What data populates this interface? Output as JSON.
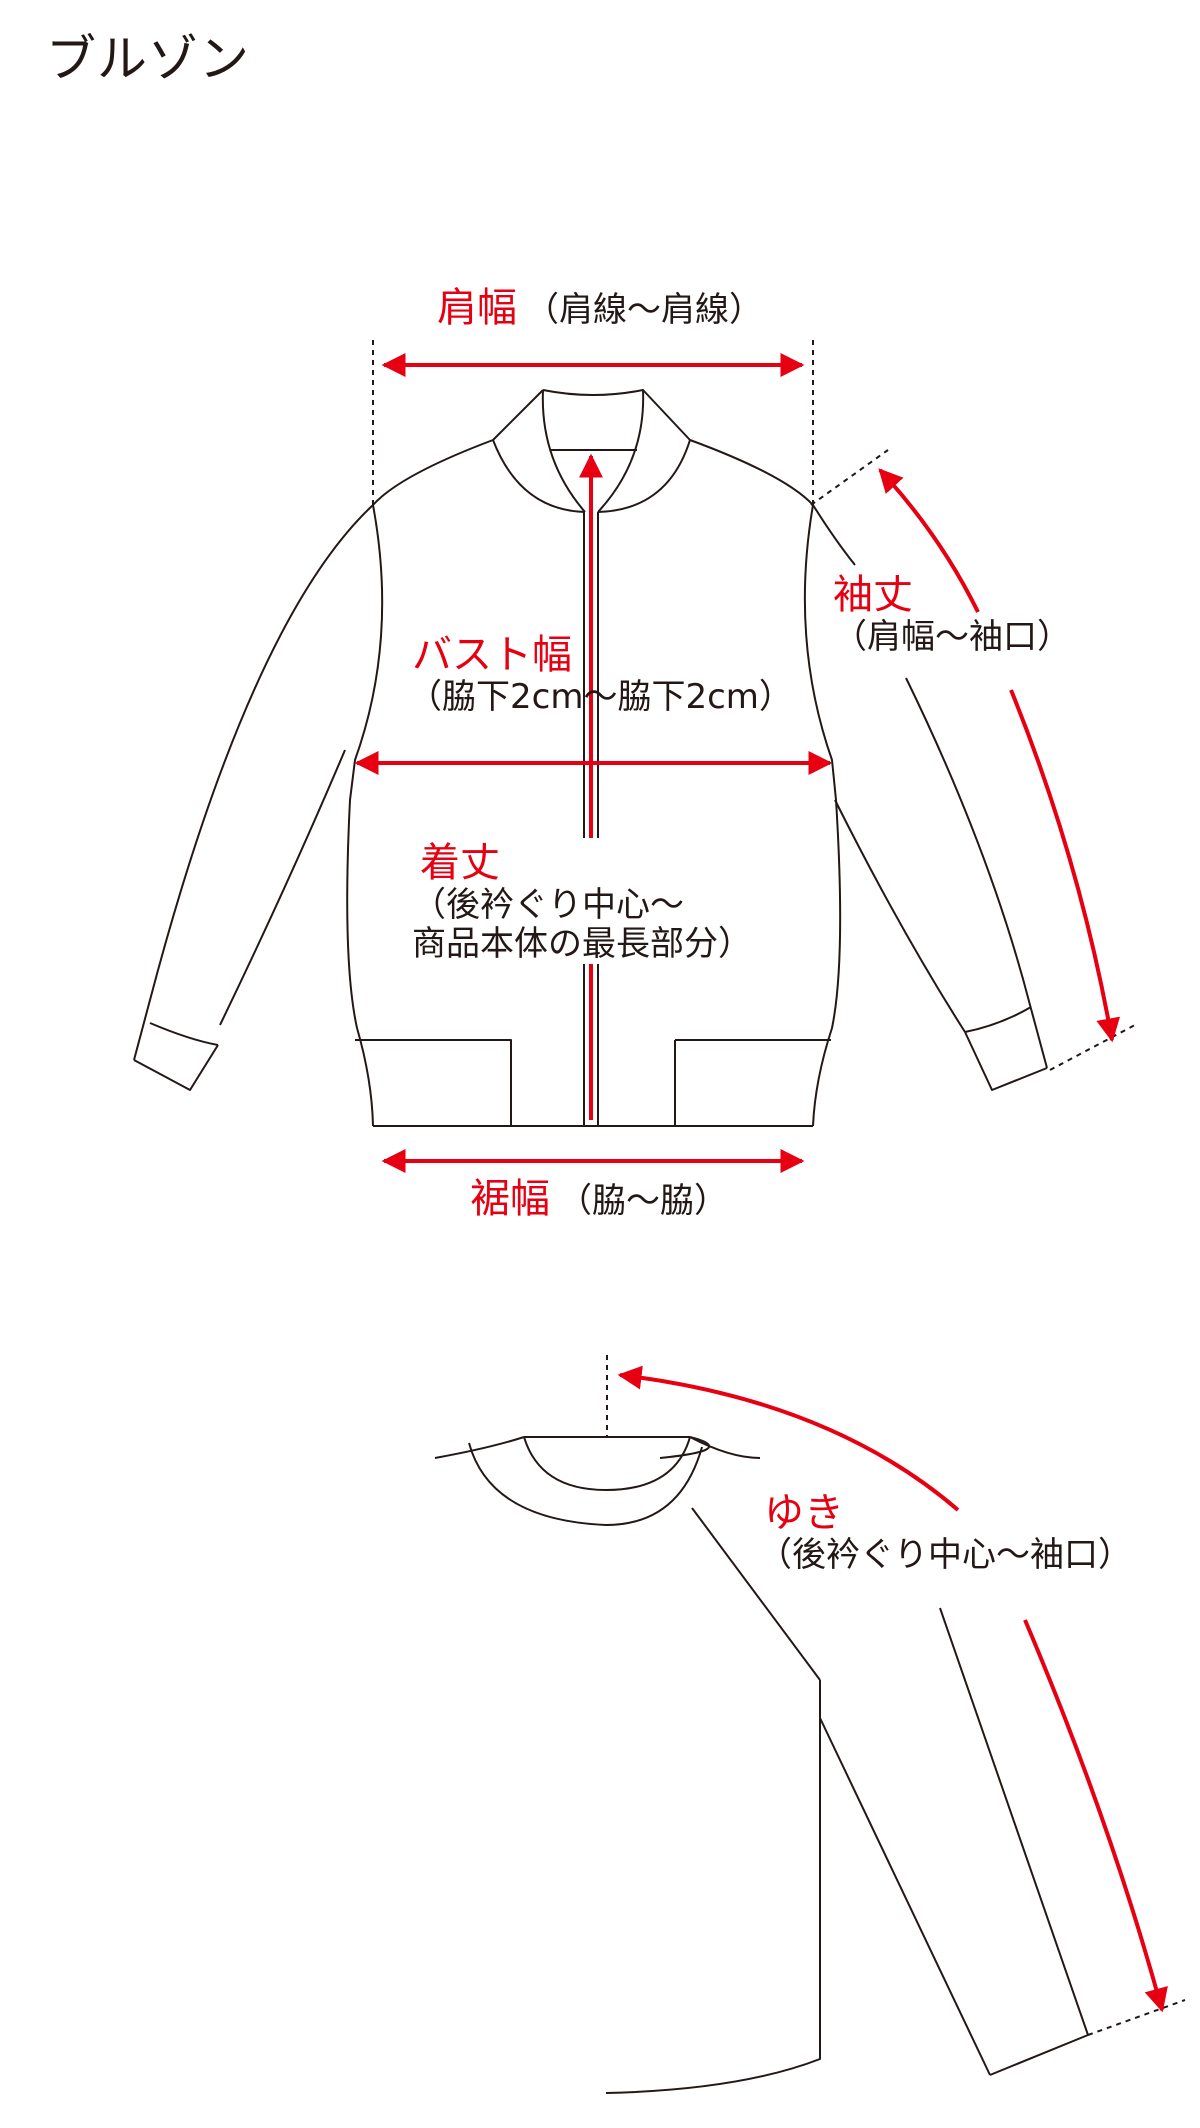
{
  "title": "ブルゾン",
  "colors": {
    "accent_red": "#e60012",
    "line": "#231815",
    "background": "#ffffff"
  },
  "measurements": {
    "shoulder_width": {
      "name": "肩幅",
      "range": "（肩線〜肩線）"
    },
    "sleeve_length": {
      "name": "袖丈",
      "range": "（肩幅〜袖口）"
    },
    "bust_width": {
      "name": "バスト幅",
      "range": "（脇下2cm〜脇下2cm）"
    },
    "body_length": {
      "name": "着丈",
      "range_line1": "（後衿ぐり中心〜",
      "range_line2": "商品本体の最長部分）"
    },
    "hem_width": {
      "name": "裾幅",
      "range": "（脇〜脇）"
    },
    "yuki": {
      "name": "ゆき",
      "range": "（後衿ぐり中心〜袖口）"
    }
  },
  "icons": {
    "arrow_head": "triangle",
    "guide_line": "dotted"
  }
}
